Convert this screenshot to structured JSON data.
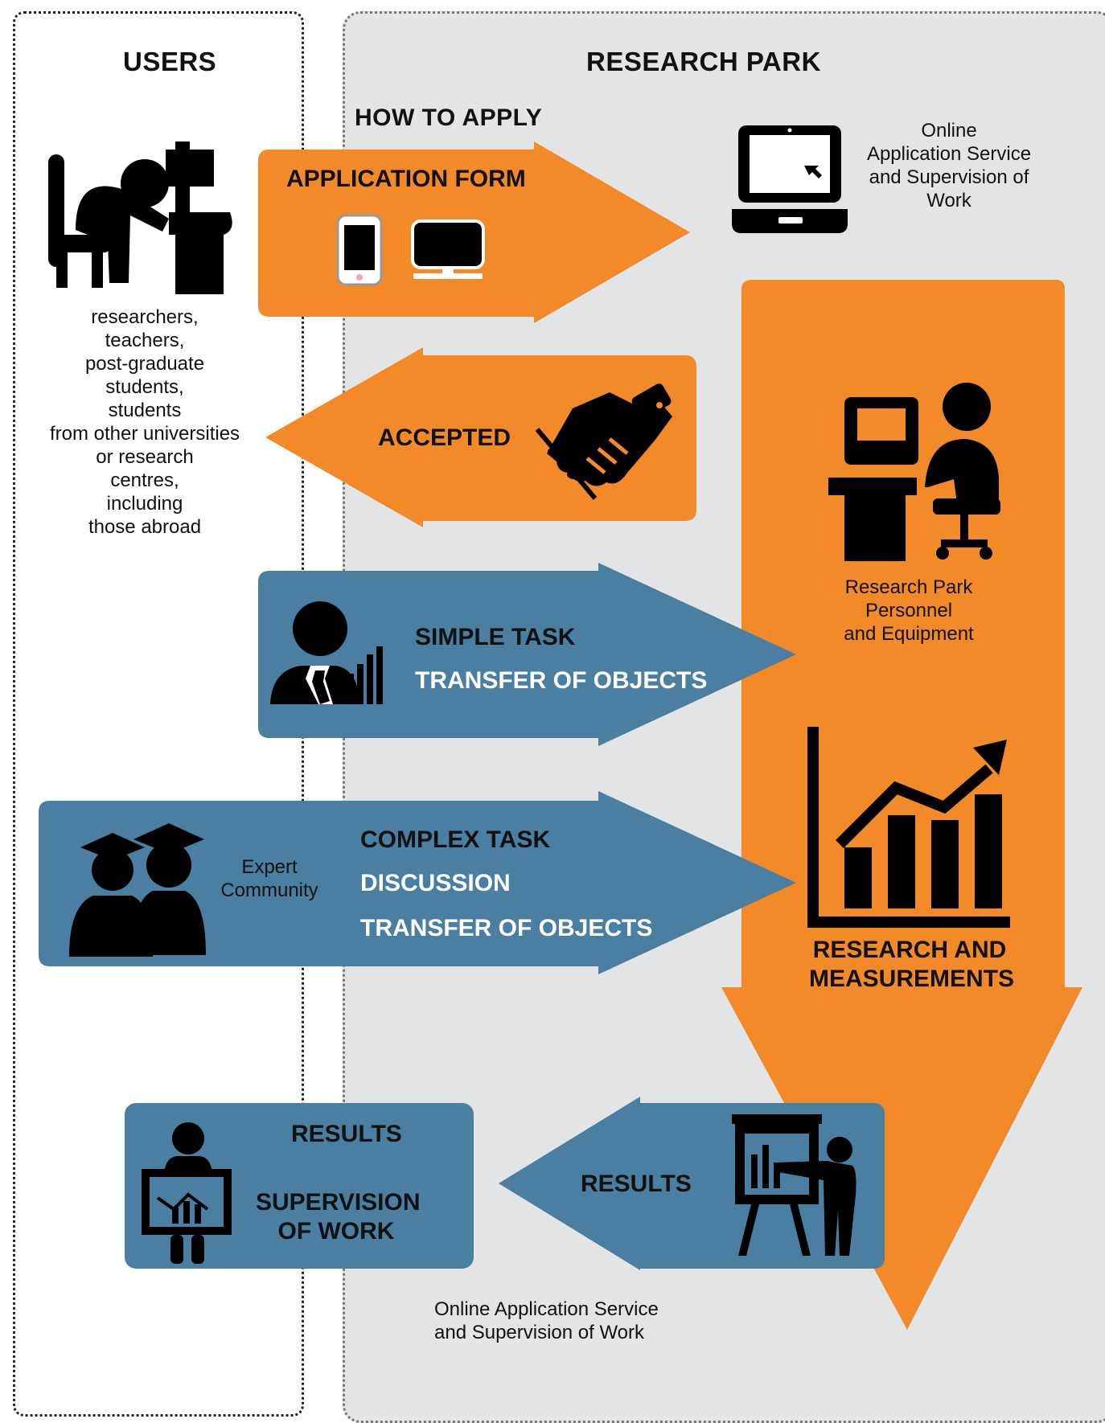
{
  "colors": {
    "orange": "#f28a2a",
    "blue": "#4a7fa1",
    "park_bg": "#e3e4e6",
    "icon": "#000000"
  },
  "users": {
    "heading": "USERS",
    "description_lines": [
      "researchers,",
      "teachers,",
      "post-graduate",
      "students,",
      "students",
      "from other universities",
      "or research",
      "centres,",
      "including",
      "those abroad"
    ]
  },
  "park": {
    "heading": "RESEARCH PARK",
    "how_to_apply": "HOW TO APPLY",
    "online_service_lines": [
      "Online",
      "Application Service",
      "and Supervision of",
      "Work"
    ],
    "personnel_lines": [
      "Research Park",
      "Personnel",
      "and Equipment"
    ],
    "research_lines": [
      "RESEARCH AND",
      "MEASUREMENTS"
    ],
    "bottom_note_lines": [
      "Online Application Service",
      "and Supervision of Work"
    ]
  },
  "arrows": {
    "application": {
      "label": "APPLICATION FORM"
    },
    "accepted": {
      "label": "ACCEPTED"
    },
    "simple": {
      "line1": "SIMPLE TASK",
      "line2": "TRANSFER OF OBJECTS"
    },
    "complex": {
      "line1": "COMPLEX TASK",
      "line2": "DISCUSSION",
      "line3": "TRANSFER OF OBJECTS",
      "community_lines": [
        "Expert",
        "Community"
      ]
    },
    "results_in": {
      "label": "RESULTS"
    },
    "results_box": {
      "line1": "RESULTS",
      "line2_lines": [
        "SUPERVISION",
        "OF WORK"
      ]
    }
  }
}
